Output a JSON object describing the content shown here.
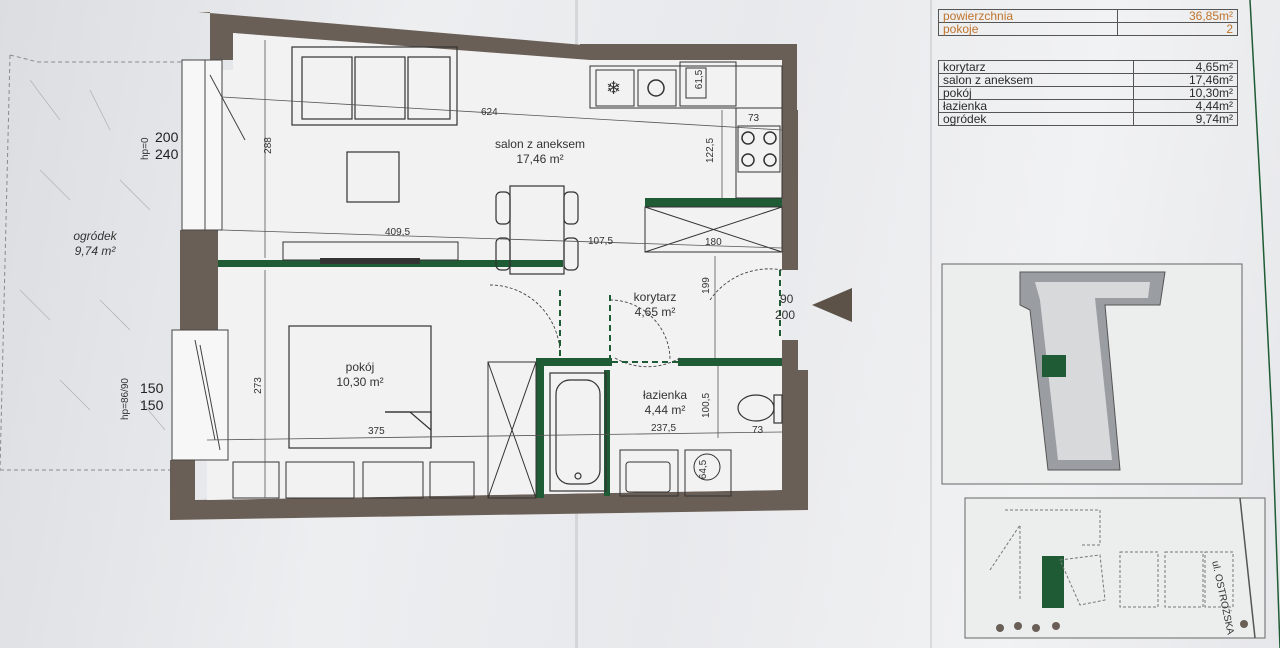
{
  "summary": {
    "rows": [
      {
        "label": "powierzchnia",
        "value": "36,85m²"
      },
      {
        "label": "pokoje",
        "value": "2"
      }
    ]
  },
  "areas": {
    "rows": [
      {
        "label": "korytarz",
        "value": "4,65m²"
      },
      {
        "label": "salon z aneksem",
        "value": "17,46m²"
      },
      {
        "label": "pokój",
        "value": "10,30m²"
      },
      {
        "label": "łazienka",
        "value": "4,44m²"
      },
      {
        "label": "ogródek",
        "value": "9,74m²"
      }
    ]
  },
  "rooms": {
    "salon_name": "salon z aneksem",
    "salon_area": "17,46 m²",
    "pokoj_name": "pokój",
    "pokoj_area": "10,30 m²",
    "korytarz_name": "korytarz",
    "korytarz_area": "4,65 m²",
    "lazienka_name": "łazienka",
    "lazienka_area": "4,44 m²",
    "ogrodek_name": "ogródek",
    "ogrodek_area": "9,74 m²"
  },
  "dimensions": {
    "d624": "624",
    "d288": "288",
    "d409": "409,5",
    "d107": "107,5",
    "d180": "180",
    "d199": "199",
    "d122": "122,5",
    "d73a": "73",
    "d615": "61,5",
    "d273": "273",
    "d375": "375",
    "d2375": "237,5",
    "d1005": "100,5",
    "d73b": "73",
    "d645": "64,5",
    "d90": "90",
    "d200": "200"
  },
  "windows": {
    "hp_top": "hp=0",
    "top_a": "200",
    "top_b": "240",
    "hp_bottom": "hp=86/90",
    "bot_a": "150",
    "bot_b": "150"
  },
  "site_map": {
    "street": "ul. OSTROŻSKA"
  },
  "colors": {
    "wall": "#6a5f57",
    "accent_green": "#1f5b35",
    "text_orange": "#c0742c"
  }
}
